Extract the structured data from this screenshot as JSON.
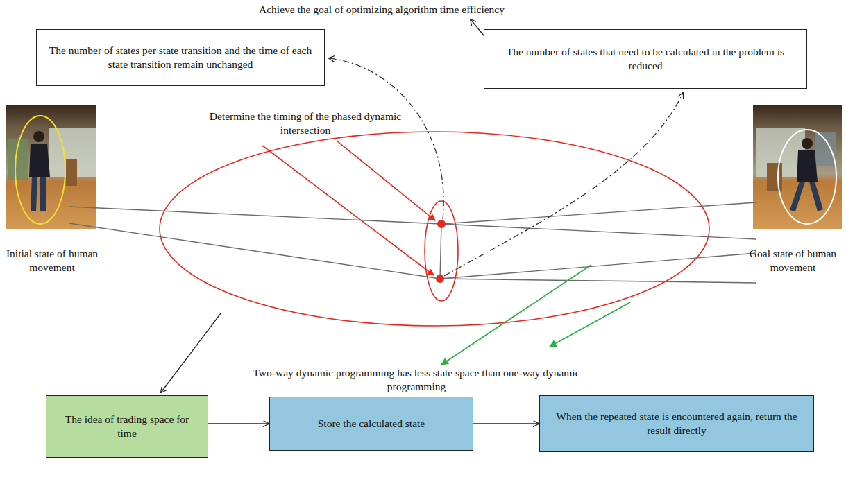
{
  "diagram": {
    "nodes": [
      {
        "text": [
          "The number of states per state transition and the time of each state transition remain unchanged"
        ]
      },
      {
        "text": [
          "The number of states that need to be calculated in the problem is reduced"
        ]
      },
      {
        "text": [
          "The idea of trading space for time"
        ]
      },
      {
        "text": [
          "Store the calculated state"
        ]
      },
      {
        "text": [
          "When the repeated state is encountered again, return the result directly"
        ]
      }
    ],
    "edges": [
      {
        "from": 2,
        "to": 3,
        "arrow": "to"
      },
      {
        "from": 3,
        "to": 4,
        "arrow": "to"
      }
    ],
    "labels": [
      "Achieve the goal of optimizing algorithm time efficiency",
      "Determine the timing of the phased dynamic intersection",
      "Initial state of human movement",
      "Goal state of human movement",
      "Two-way dynamic programming has less state space than one-way dynamic programming"
    ]
  }
}
